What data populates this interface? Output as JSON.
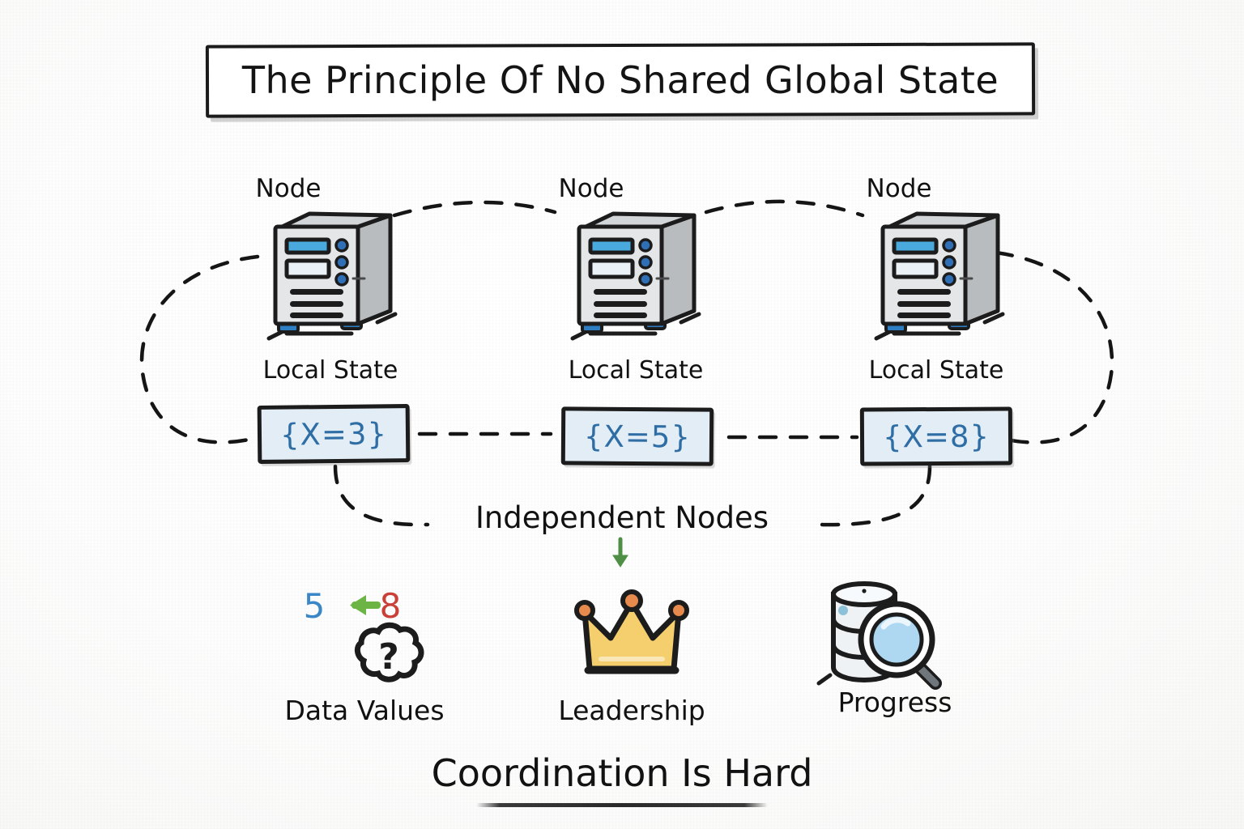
{
  "title": "The Principle Of No Shared Global State",
  "nodes": [
    {
      "label": "Node",
      "state_label": "Local State",
      "state_value": "{X=3}"
    },
    {
      "label": "Node",
      "state_label": "Local State",
      "state_value": "{X=5}"
    },
    {
      "label": "Node",
      "state_label": "Local State",
      "state_value": "{X=8}"
    }
  ],
  "middle_annotation": "Independent Nodes",
  "concerns": [
    {
      "caption": "Data Values",
      "icon": "conflicting-values-icon",
      "left_value": "5",
      "right_value": "8",
      "question_mark": "?"
    },
    {
      "caption": "Leadership",
      "icon": "crown-icon"
    },
    {
      "caption": "Progress",
      "icon": "database-magnifier-icon"
    }
  ],
  "footer": "Coordination Is Hard",
  "colors": {
    "ink": "#1b1b1b",
    "state_fill": "#e2edf6",
    "state_text": "#2f6ea5",
    "server_front": "#e4e6e8",
    "server_side": "#b9bcbf",
    "server_top": "#d3d6d8",
    "led_blue": "#2f6fb5",
    "bay_blue": "#4aa9dd",
    "foot_blue": "#2d7ec2",
    "arrow_green": "#4e8f45",
    "value_blue": "#3a87c8",
    "value_red": "#c94038",
    "crown_gold": "#f5cf6e",
    "crown_jewel": "#e78a4e",
    "lens_blue": "#aed8f2",
    "db_fill": "#eef2f5"
  }
}
